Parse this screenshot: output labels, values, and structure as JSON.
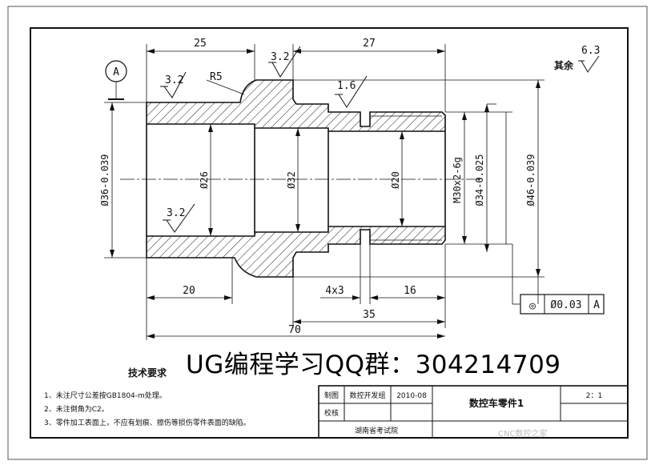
{
  "datum": {
    "letter": "A"
  },
  "dims": {
    "top_left": "25",
    "top_right": "27",
    "bottom_left": "20",
    "groove": "4x3",
    "bottom_16": "16",
    "bottom_35": "35",
    "overall": "70",
    "dia36": "Ø36-0.039",
    "dia26": "Ø26",
    "dia32": "Ø32",
    "dia20": "Ø20",
    "thread": "M30x2-6g",
    "dia34": "Ø34-0.025",
    "dia46": "Ø46-0.039",
    "radius": "R5"
  },
  "roughness": {
    "top_left": "3.2",
    "top_mid": "3.2",
    "top_right": "1.6",
    "inner_bottom": "3.2",
    "rest_value": "6.3",
    "rest_label": "其余"
  },
  "tolerance_frame": {
    "symbol": "◎",
    "value": "Ø0.03",
    "datum": "A"
  },
  "tech_requirements": {
    "title": "技术要求",
    "items": [
      "1、未注尺寸公差按GB1804-m处理。",
      "2、未注倒角为C2。",
      "3、零件加工表面上，不应有划痕、擦伤等损伤零件表面的缺陷。"
    ]
  },
  "title_block": {
    "drawn_label": "制图",
    "drawn_value": "数控开发组",
    "date": "2010-08",
    "check_label": "校核",
    "part_name": "数控车零件1",
    "scale": "2：1",
    "org": "湖南省考试院"
  },
  "watermark": "UG编程学习QQ群：304214709",
  "watermark_small": "CNC数控之家"
}
